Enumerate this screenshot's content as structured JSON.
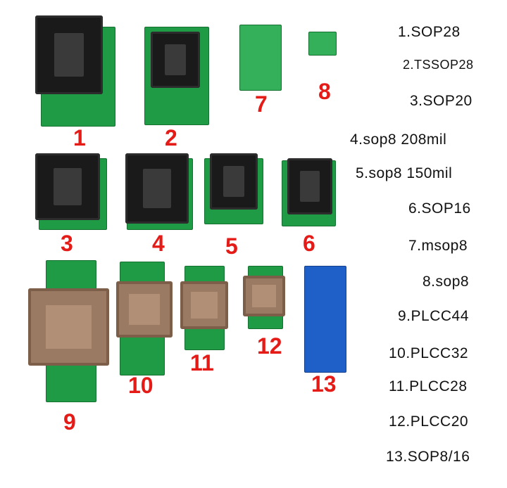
{
  "numbers": [
    "1",
    "2",
    "3",
    "4",
    "5",
    "6",
    "7",
    "8",
    "9",
    "10",
    "11",
    "12",
    "13"
  ],
  "labels": [
    "1.SOP28",
    "2.TSSOP28",
    "3.SOP20",
    "4.sop8 208mil",
    "5.sop8 150mil",
    "6.SOP16",
    "7.msop8",
    "8.sop8",
    "9.PLCC44",
    "10.PLCC32",
    "11.PLCC28",
    "12.PLCC20",
    "13.SOP8/16"
  ],
  "colors": {
    "number": "#e41b17",
    "pcb_green": "#1f9a45",
    "pcb_blue": "#1f5fc8",
    "socket": "#1a1a1a",
    "plcc": "#9a7a62"
  }
}
